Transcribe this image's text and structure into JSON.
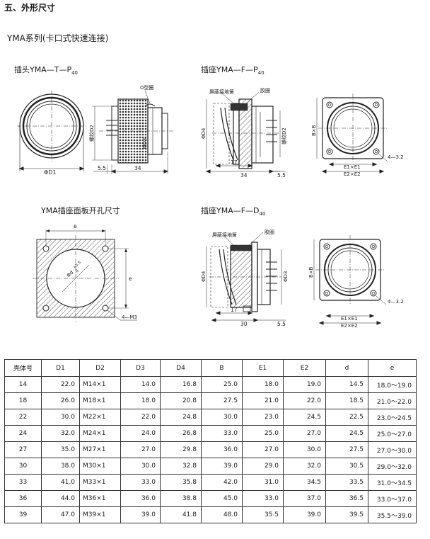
{
  "section_title": "五、外形尺寸",
  "series_title": "YMA系列(卡口式快速连接)",
  "figures": {
    "plug": {
      "title": "插头YMA—T—P",
      "title_sub": "40",
      "o_ring": "O型圈",
      "thread_d2": "螺纹D2",
      "phi_d3": "ΦD3",
      "phi_d1": "ΦD1",
      "dim_5_5": "5.5",
      "dim_34": "34"
    },
    "receptacle_p": {
      "title": "插座YMA—F—P",
      "title_sub": "40",
      "shield_spring": "屏蔽接地簧",
      "gasket": "胶圈",
      "phi_d4": "ΦD4",
      "thread_d2": "螺纹D2",
      "dim_17": "17",
      "dim_34": "34",
      "dim_5_5": "5.5",
      "b_x_b": "B×B",
      "e1": "E1×E1",
      "e2": "E2×E2",
      "holes": "4—3.2"
    },
    "cutout": {
      "title": "YMA插座面板开孔尺寸",
      "e_top": "e",
      "e_side": "e",
      "phi_d": "Φd",
      "phi_d_tol": "+0.5",
      "phi_d_tol2": "0",
      "holes": "4—M3"
    },
    "receptacle_d": {
      "title": "插座YMA—F—D",
      "title_sub": "40",
      "shield_spring": "屏蔽接地簧",
      "gasket": "胶圈",
      "phi_d4": "ΦD4",
      "phi_d3": "ΦD3",
      "dim_17": "17",
      "dim_30": "30",
      "dim_5_5": "5.5",
      "b_x_b": "B×B",
      "e1": "E1×E1",
      "e2": "E2×E2",
      "holes": "4—3.2"
    }
  },
  "table": {
    "headers": [
      "壳体号",
      "D1",
      "D2",
      "D3",
      "D4",
      "B",
      "E1",
      "E2",
      "d",
      "e"
    ],
    "rows": [
      [
        "14",
        "22.0",
        "M14×1",
        "14.0",
        "16.8",
        "25.0",
        "18.0",
        "19.0",
        "14.5",
        "18.0～19.0"
      ],
      [
        "18",
        "26.0",
        "M18×1",
        "18.0",
        "20.8",
        "27.5",
        "21.0",
        "22.0",
        "18.5",
        "21.0～22.0"
      ],
      [
        "22",
        "30.0",
        "M22×1",
        "22.0",
        "24.8",
        "30.0",
        "23.0",
        "24.5",
        "22.5",
        "23.0～24.5"
      ],
      [
        "24",
        "32.0",
        "M24×1",
        "24.0",
        "26.8",
        "33.0",
        "25.0",
        "27.0",
        "24.5",
        "25.0～27.0"
      ],
      [
        "27",
        "35.0",
        "M27×1",
        "27.0",
        "29.8",
        "36.0",
        "27.0",
        "30.0",
        "27.5",
        "27.0～30.0"
      ],
      [
        "30",
        "38.0",
        "M30×1",
        "30.0",
        "32.8",
        "39.0",
        "29.0",
        "32.0",
        "30.5",
        "29.0～32.0"
      ],
      [
        "33",
        "41.0",
        "M33×1",
        "33.0",
        "35.8",
        "42.0",
        "31.0",
        "34.5",
        "33.5",
        "31.0～34.5"
      ],
      [
        "36",
        "44.0",
        "M36×1",
        "36.0",
        "38.8",
        "45.0",
        "33.0",
        "37.0",
        "36.5",
        "33.0～37.0"
      ],
      [
        "39",
        "47.0",
        "M39×1",
        "39.0",
        "41.8",
        "48.0",
        "35.5",
        "39.0",
        "39.5",
        "35.5～39.0"
      ]
    ]
  }
}
